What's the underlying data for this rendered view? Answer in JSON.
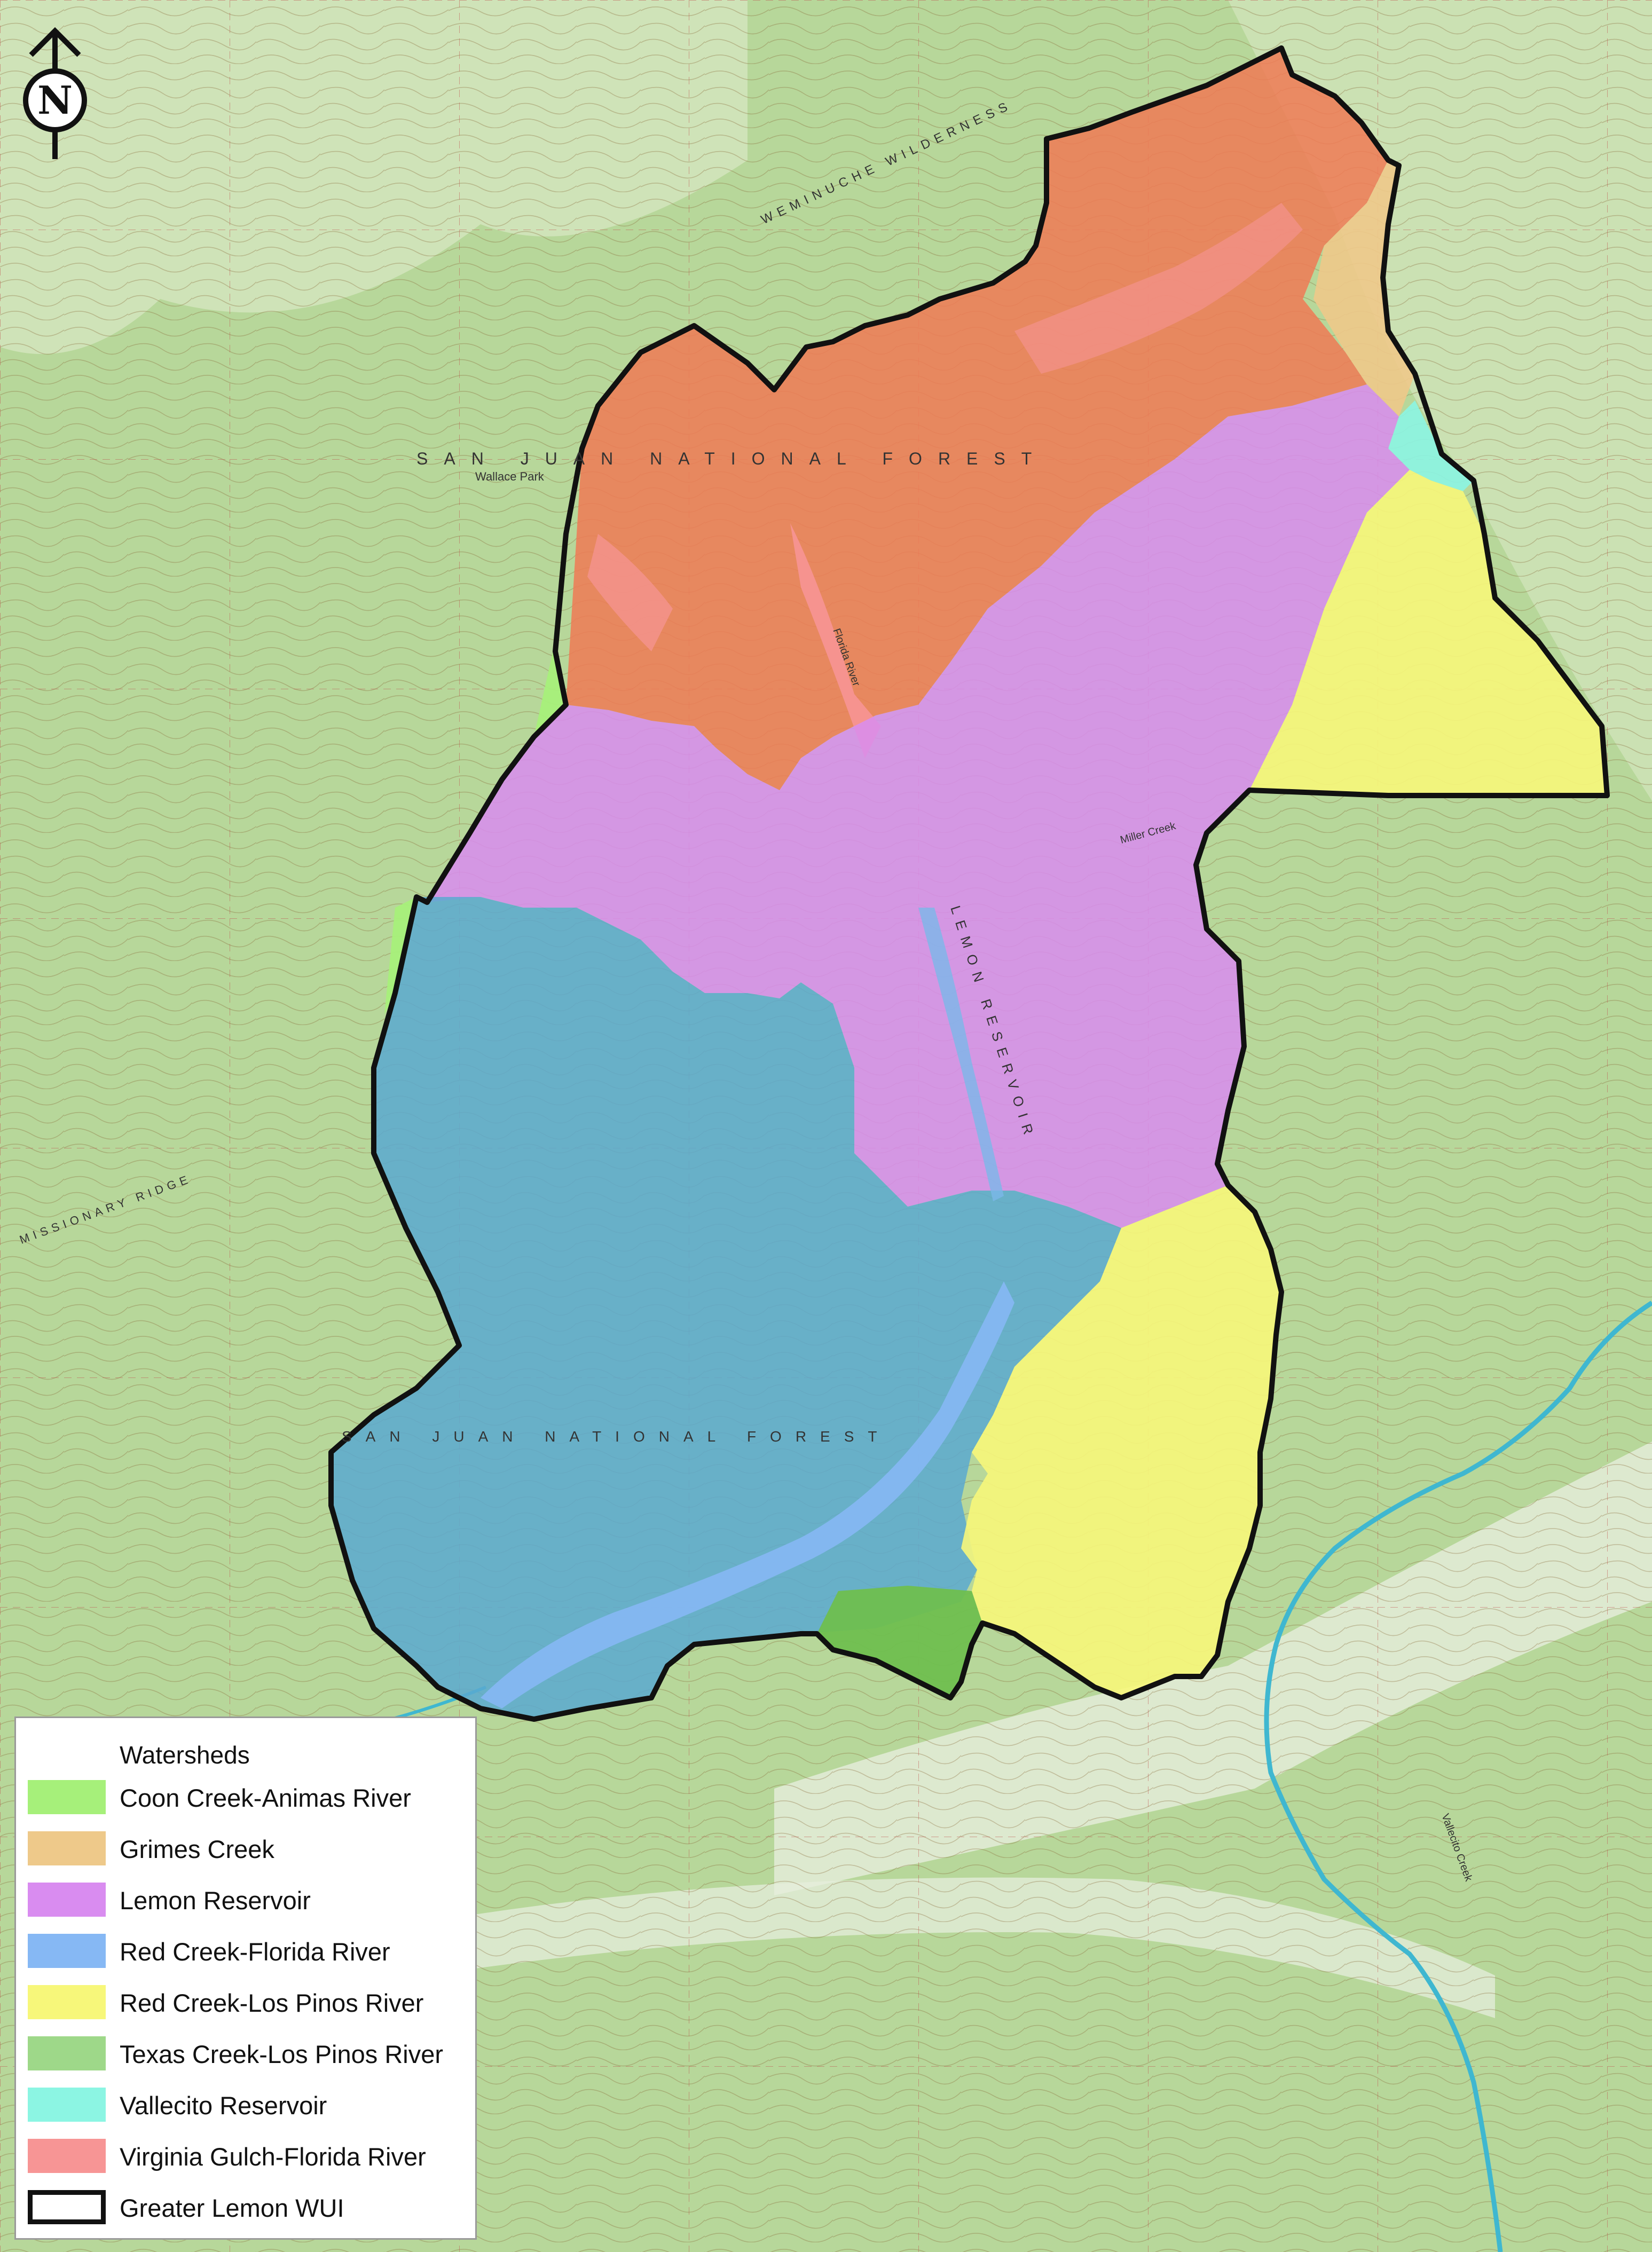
{
  "map": {
    "north_arrow": {
      "letter": "N",
      "icon": "north-arrow-icon"
    },
    "labels": {
      "forest_north": "SAN JUAN NATIONAL FOREST",
      "forest_south": "SAN JUAN NATIONAL FOREST",
      "reservoir": "LEMON RESERVOIR",
      "wilderness": "WEMINUCHE WILDERNESS",
      "ridge": "MISSIONARY RIDGE",
      "park": "Wallace Park",
      "creek1": "Florida River",
      "creek2": "Miller Creek",
      "creek3": "Vallecito Creek"
    },
    "colors": {
      "terrain_base": "#b7d79a",
      "terrain_light": "#d9e8c4",
      "contour": "#8a6a3a",
      "boundary": "#111111",
      "river": "#3fb7d0"
    }
  },
  "legend": {
    "title": "Watersheds",
    "items": [
      {
        "label": "Coon Creek-Animas River",
        "color": "#a6f07a"
      },
      {
        "label": "Grimes Creek",
        "color": "#eec98a"
      },
      {
        "label": "Lemon Reservoir",
        "color": "#d98cf0"
      },
      {
        "label": "Red Creek-Florida River",
        "color": "#86b8f4"
      },
      {
        "label": "Red Creek-Los Pinos River",
        "color": "#f7f77a"
      },
      {
        "label": "Texas Creek-Los Pinos River",
        "color": "#9ed889"
      },
      {
        "label": "Vallecito Reservoir",
        "color": "#8cf5e3"
      },
      {
        "label": "Virginia Gulch-Florida River",
        "color": "#f79595"
      },
      {
        "label": "Greater Lemon WUI",
        "color": "#111111",
        "outline": true
      }
    ]
  }
}
